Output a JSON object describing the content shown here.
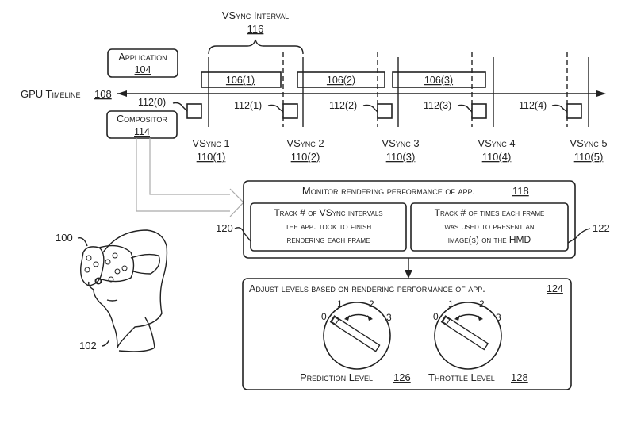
{
  "title": "VR frame timing and level adjustment diagram",
  "vsync_interval": {
    "label": "VSync Interval",
    "ref": "116"
  },
  "application": {
    "label": "Application",
    "ref": "104"
  },
  "compositor": {
    "label": "Compositor",
    "ref": "114"
  },
  "gpu_timeline": {
    "label": "GPU Timeline",
    "ref": "108"
  },
  "frames": [
    {
      "ref": "106(1)"
    },
    {
      "ref": "106(2)"
    },
    {
      "ref": "106(3)"
    }
  ],
  "compositor_tasks": [
    {
      "ref": "112(0)"
    },
    {
      "ref": "112(1)"
    },
    {
      "ref": "112(2)"
    },
    {
      "ref": "112(3)"
    },
    {
      "ref": "112(4)"
    }
  ],
  "vsyncs": [
    {
      "label": "VSync 1",
      "ref": "110(1)"
    },
    {
      "label": "VSync 2",
      "ref": "110(2)"
    },
    {
      "label": "VSync 3",
      "ref": "110(3)"
    },
    {
      "label": "VSync 4",
      "ref": "110(4)"
    },
    {
      "label": "VSync 5",
      "ref": "110(5)"
    }
  ],
  "monitor": {
    "label": "Monitor rendering performance of app.",
    "ref": "118",
    "left": {
      "ref": "120",
      "lines": [
        "Track # of VSync intervals",
        "the app. took to finish",
        "rendering each frame"
      ]
    },
    "right": {
      "ref": "122",
      "lines": [
        "Track # of times each frame",
        "was used to present an",
        "image(s) on the HMD"
      ]
    }
  },
  "adjust": {
    "label": "Adjust levels based on rendering performance of app.",
    "ref": "124",
    "dials": [
      {
        "label": "Prediction Level",
        "ref": "126",
        "ticks": [
          "0",
          "1",
          "2",
          "3"
        ],
        "level": 0
      },
      {
        "label": "Throttle Level",
        "ref": "128",
        "ticks": [
          "0",
          "1",
          "2",
          "3"
        ],
        "level": 0
      }
    ]
  },
  "hmd": {
    "ref": "100"
  },
  "user": {
    "ref": "102"
  }
}
